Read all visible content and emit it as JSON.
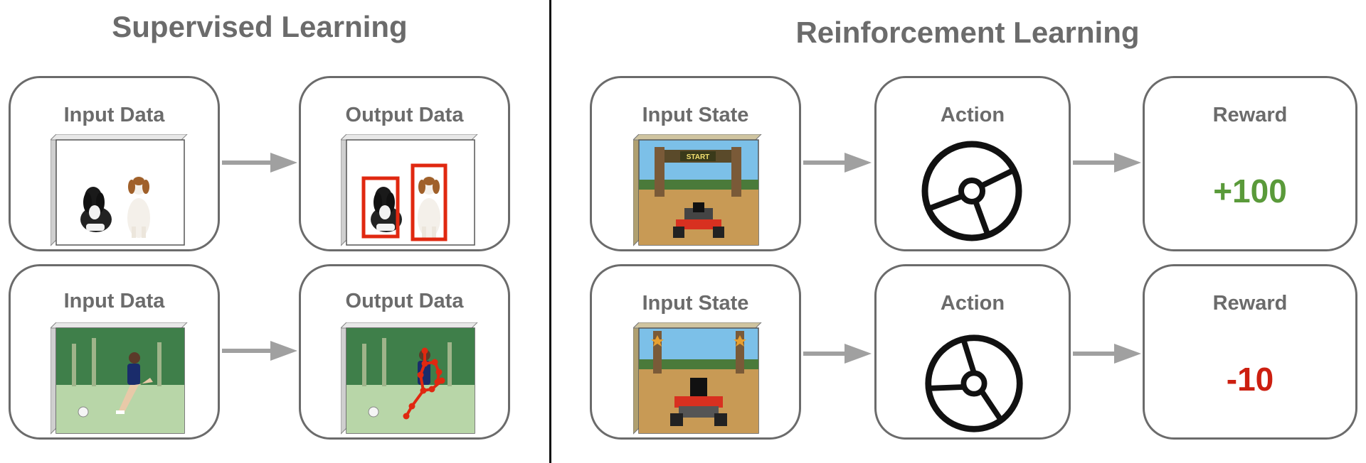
{
  "supervised": {
    "title": "Supervised Learning",
    "rows": [
      {
        "input_label": "Input Data",
        "output_label": "Output Data"
      },
      {
        "input_label": "Input Data",
        "output_label": "Output Data"
      }
    ]
  },
  "reinforcement": {
    "title": "Reinforcement Learning",
    "rows": [
      {
        "state_label": "Input State",
        "action_label": "Action",
        "reward_label": "Reward",
        "reward_value": "+100",
        "reward_color": "#5a9a3a"
      },
      {
        "state_label": "Input State",
        "action_label": "Action",
        "reward_label": "Reward",
        "reward_value": "-10",
        "reward_color": "#cc1f10"
      }
    ]
  },
  "colors": {
    "border": "#6b6b6b",
    "arrow": "#a0a0a0",
    "highlight": "#e02810"
  }
}
